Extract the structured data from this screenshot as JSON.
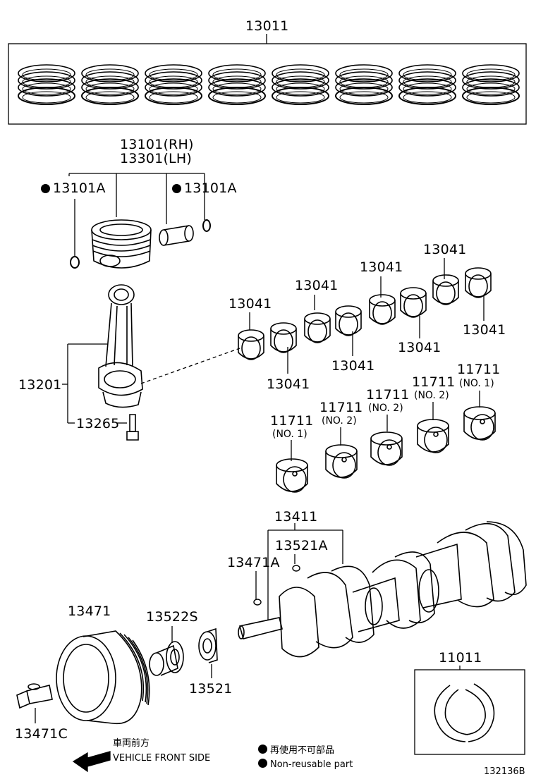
{
  "callouts": {
    "piston_ring_set": "13011",
    "piston_rh": "13101(RH)",
    "piston_lh": "13301(LH)",
    "snap_ring_left": "13101A",
    "snap_ring_right": "13101A",
    "con_rod": "13201",
    "con_rod_bolt": "13265",
    "con_rod_bearing": "13041",
    "main_bearing": "11711",
    "no1": "(NO. 1)",
    "no2": "(NO. 2)",
    "crankshaft": "13411",
    "crank_key_a": "13521A",
    "pulley_key": "13471A",
    "crank_pulley": "13471",
    "pulley_bolt": "13471C",
    "timing_sprocket": "13522S",
    "timing_gear": "13521",
    "thrust_washer": "11011"
  },
  "legend": {
    "front_jp": "車両前方",
    "front_en": "VEHICLE FRONT SIDE",
    "nonreuse_jp": "再使用不可部品",
    "nonreuse_en": "Non-reusable part"
  },
  "diagram_id": "132136B"
}
